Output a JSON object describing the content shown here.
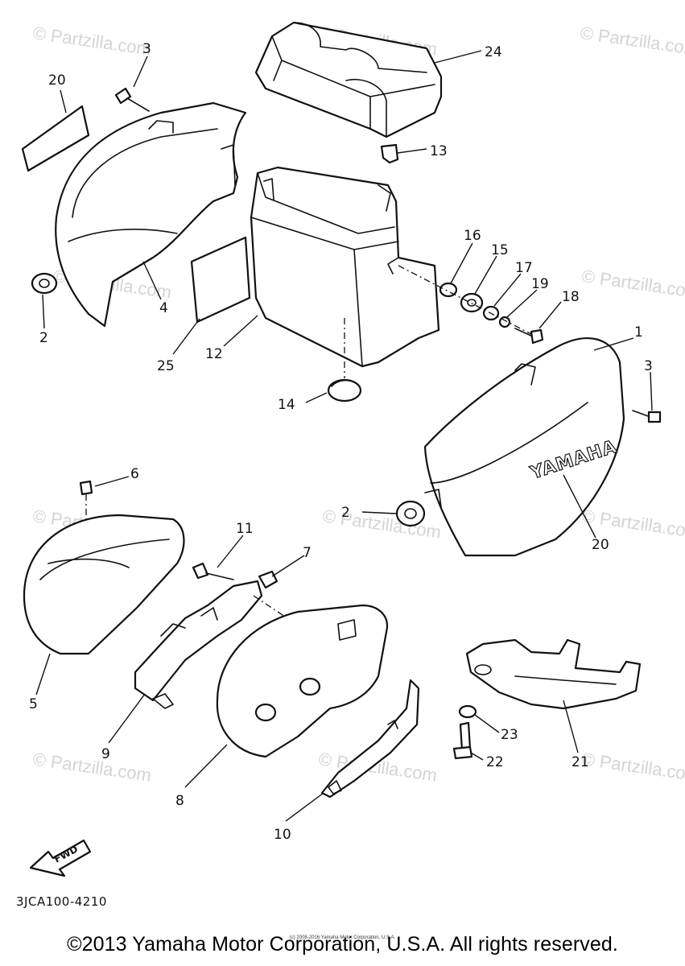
{
  "watermark_text": "© Partzilla.com",
  "callouts": [
    "24",
    "3",
    "20",
    "13",
    "12",
    "25",
    "4",
    "2",
    "16",
    "15",
    "17",
    "19",
    "18",
    "1",
    "3",
    "14",
    "20",
    "2",
    "6",
    "11",
    "7",
    "5",
    "9",
    "8",
    "10",
    "23",
    "22",
    "21"
  ],
  "brand_on_cover": "YAMAHA",
  "fwd_label": "FWD",
  "diagram_code": "3JCA100-4210",
  "copyright": "©2013 Yamaha Motor Corporation, U.S.A. All rights reserved.",
  "small_credit": "(c) 2008-2016 Yamaha Motor Corporation, U.S.A."
}
